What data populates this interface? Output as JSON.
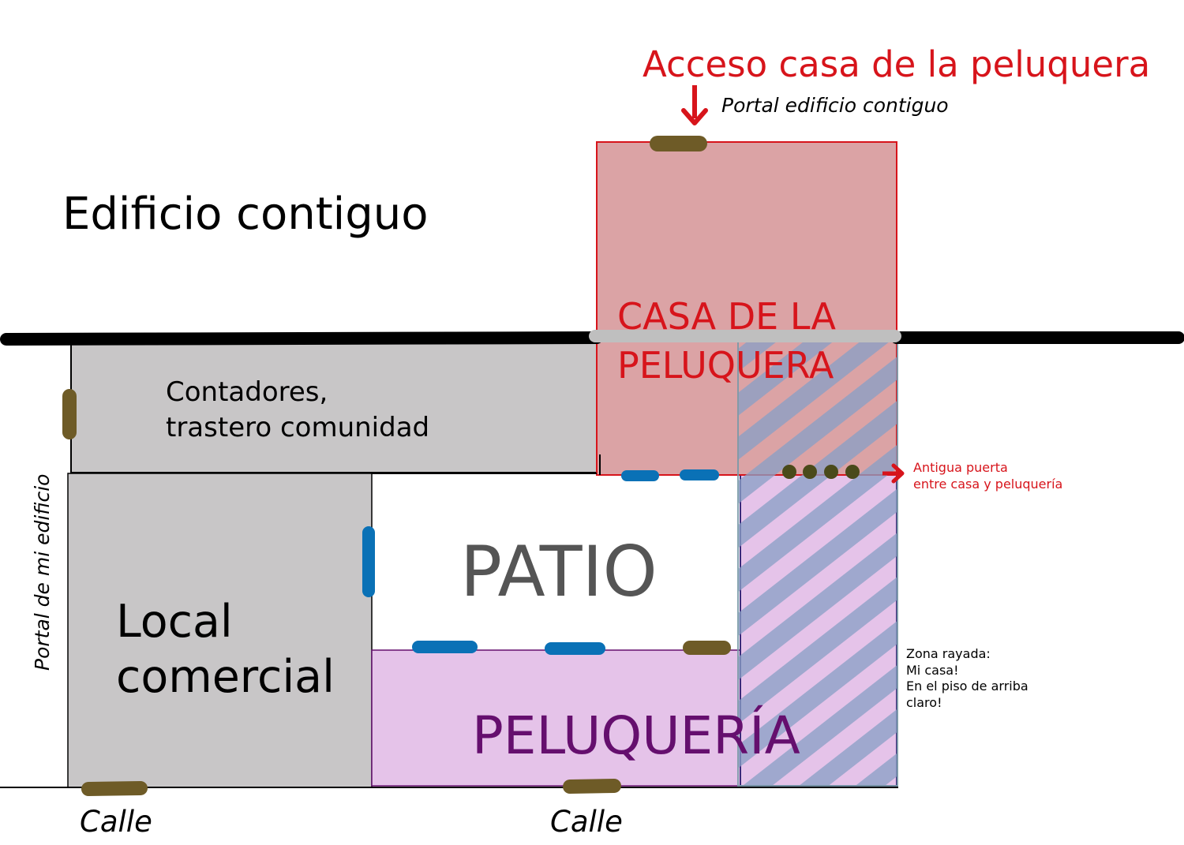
{
  "labels": {
    "access_title": "Acceso casa de la peluquera",
    "adjacent_portal": "Portal edificio contiguo",
    "adjacent_building": "Edificio contiguo",
    "house_line1": "CASA DE LA",
    "house_line2": "PELUQUERA",
    "storage_line1": "Contadores,",
    "storage_line2": "trastero comunidad",
    "old_door_line1": "Antigua puerta",
    "old_door_line2": "entre casa y peluquería",
    "patio": "PATIO",
    "local_line1": "Local",
    "local_line2": "comercial",
    "my_portal": "Portal de mi edificio",
    "hair_salon": "PELUQUERÍA",
    "striped_line1": "Zona rayada:",
    "striped_line2": "Mi casa!",
    "striped_line3": "En el piso de arriba",
    "striped_line4": "claro!",
    "street_left": "Calle",
    "street_right": "Calle"
  },
  "colors": {
    "red": "#d7141b",
    "house_fill": "#dba3a5",
    "gray_room": "#c8c6c7",
    "salon_fill": "#e5c3e9",
    "salon_text": "#650f6e",
    "patio_text": "#555555",
    "door_brown": "#6e5b27",
    "window_blue": "#0a71b6",
    "stripe_blue": "#8aa0c6",
    "wall_black": "#000000"
  }
}
